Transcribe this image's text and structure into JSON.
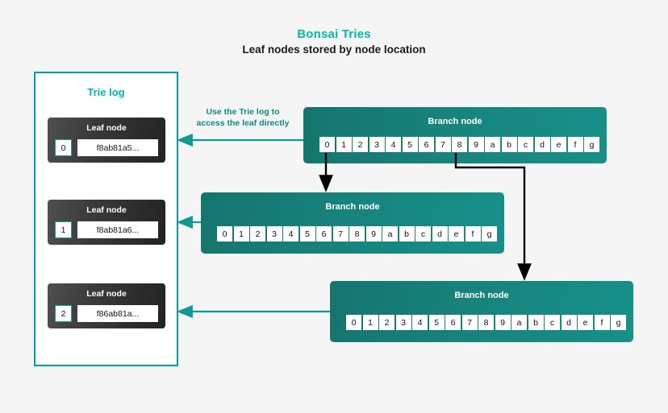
{
  "header": {
    "title": "Bonsai Tries",
    "subtitle": "Leaf nodes stored by node location",
    "title_color": "#00b8b0"
  },
  "trie_log": {
    "title": "Trie log",
    "border_color": "#00a0a8",
    "leaf_nodes": [
      {
        "label": "Leaf node",
        "index": "0",
        "hash": "f8ab81a5..."
      },
      {
        "label": "Leaf node",
        "index": "1",
        "hash": "f8ab81a6..."
      },
      {
        "label": "Leaf node",
        "index": "2",
        "hash": "f86ab81a..."
      }
    ]
  },
  "annotation": {
    "line1": "Use the Trie log to",
    "line2": "access the leaf directly",
    "color": "#0e8a84"
  },
  "branch_nodes": [
    {
      "label": "Branch node",
      "cells": [
        "0",
        "1",
        "2",
        "3",
        "4",
        "5",
        "6",
        "7",
        "8",
        "9",
        "a",
        "b",
        "c",
        "d",
        "e",
        "f",
        "g"
      ]
    },
    {
      "label": "Branch node",
      "cells": [
        "0",
        "1",
        "2",
        "3",
        "4",
        "5",
        "6",
        "7",
        "8",
        "9",
        "a",
        "b",
        "c",
        "d",
        "e",
        "f",
        "g"
      ]
    },
    {
      "label": "Branch node",
      "cells": [
        "0",
        "1",
        "2",
        "3",
        "4",
        "5",
        "6",
        "7",
        "8",
        "9",
        "a",
        "b",
        "c",
        "d",
        "e",
        "f",
        "g"
      ]
    }
  ],
  "colors": {
    "background": "#f5f5f5",
    "teal_accent": "#00a0a8",
    "branch_fill": "#16837b",
    "leaf_fill": "#2c2c2c",
    "arrow_dark": "#000000",
    "arrow_teal": "#0e9a93"
  }
}
